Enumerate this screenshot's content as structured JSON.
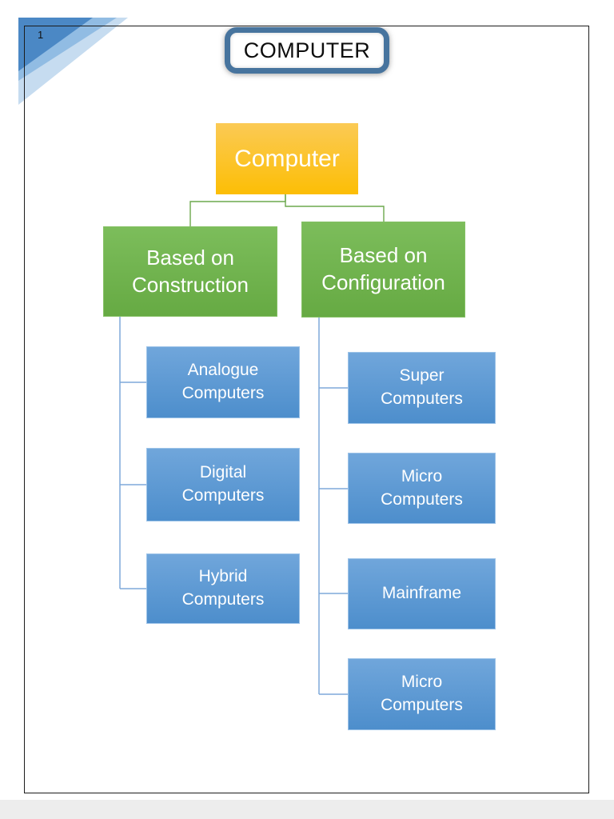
{
  "page": {
    "number": "1"
  },
  "header": {
    "title": "COMPUTER"
  },
  "diagram": {
    "root": {
      "label": "Computer"
    },
    "branches": [
      {
        "label": "Based on\nConstruction",
        "children": [
          {
            "label": "Analogue\nComputers"
          },
          {
            "label": "Digital\nComputers"
          },
          {
            "label": "Hybrid\nComputers"
          }
        ]
      },
      {
        "label": "Based on\nConfiguration",
        "children": [
          {
            "label": "Super\nComputers"
          },
          {
            "label": "Micro\nComputers"
          },
          {
            "label": "Mainframe"
          },
          {
            "label": "Micro\nComputers"
          }
        ]
      }
    ]
  },
  "colors": {
    "root-top": "#FBCA55",
    "root-bottom": "#FCBE05",
    "branch-top": "#7CBD5B",
    "branch-bottom": "#66AA43",
    "leaf-top": "#70A6DB",
    "leaf-bottom": "#4D8ECC",
    "connector-green": "#6CA84D",
    "connector-blue": "#7FA9DA",
    "title-border": "#47749E",
    "corner-blue": "#5B9BD5"
  }
}
